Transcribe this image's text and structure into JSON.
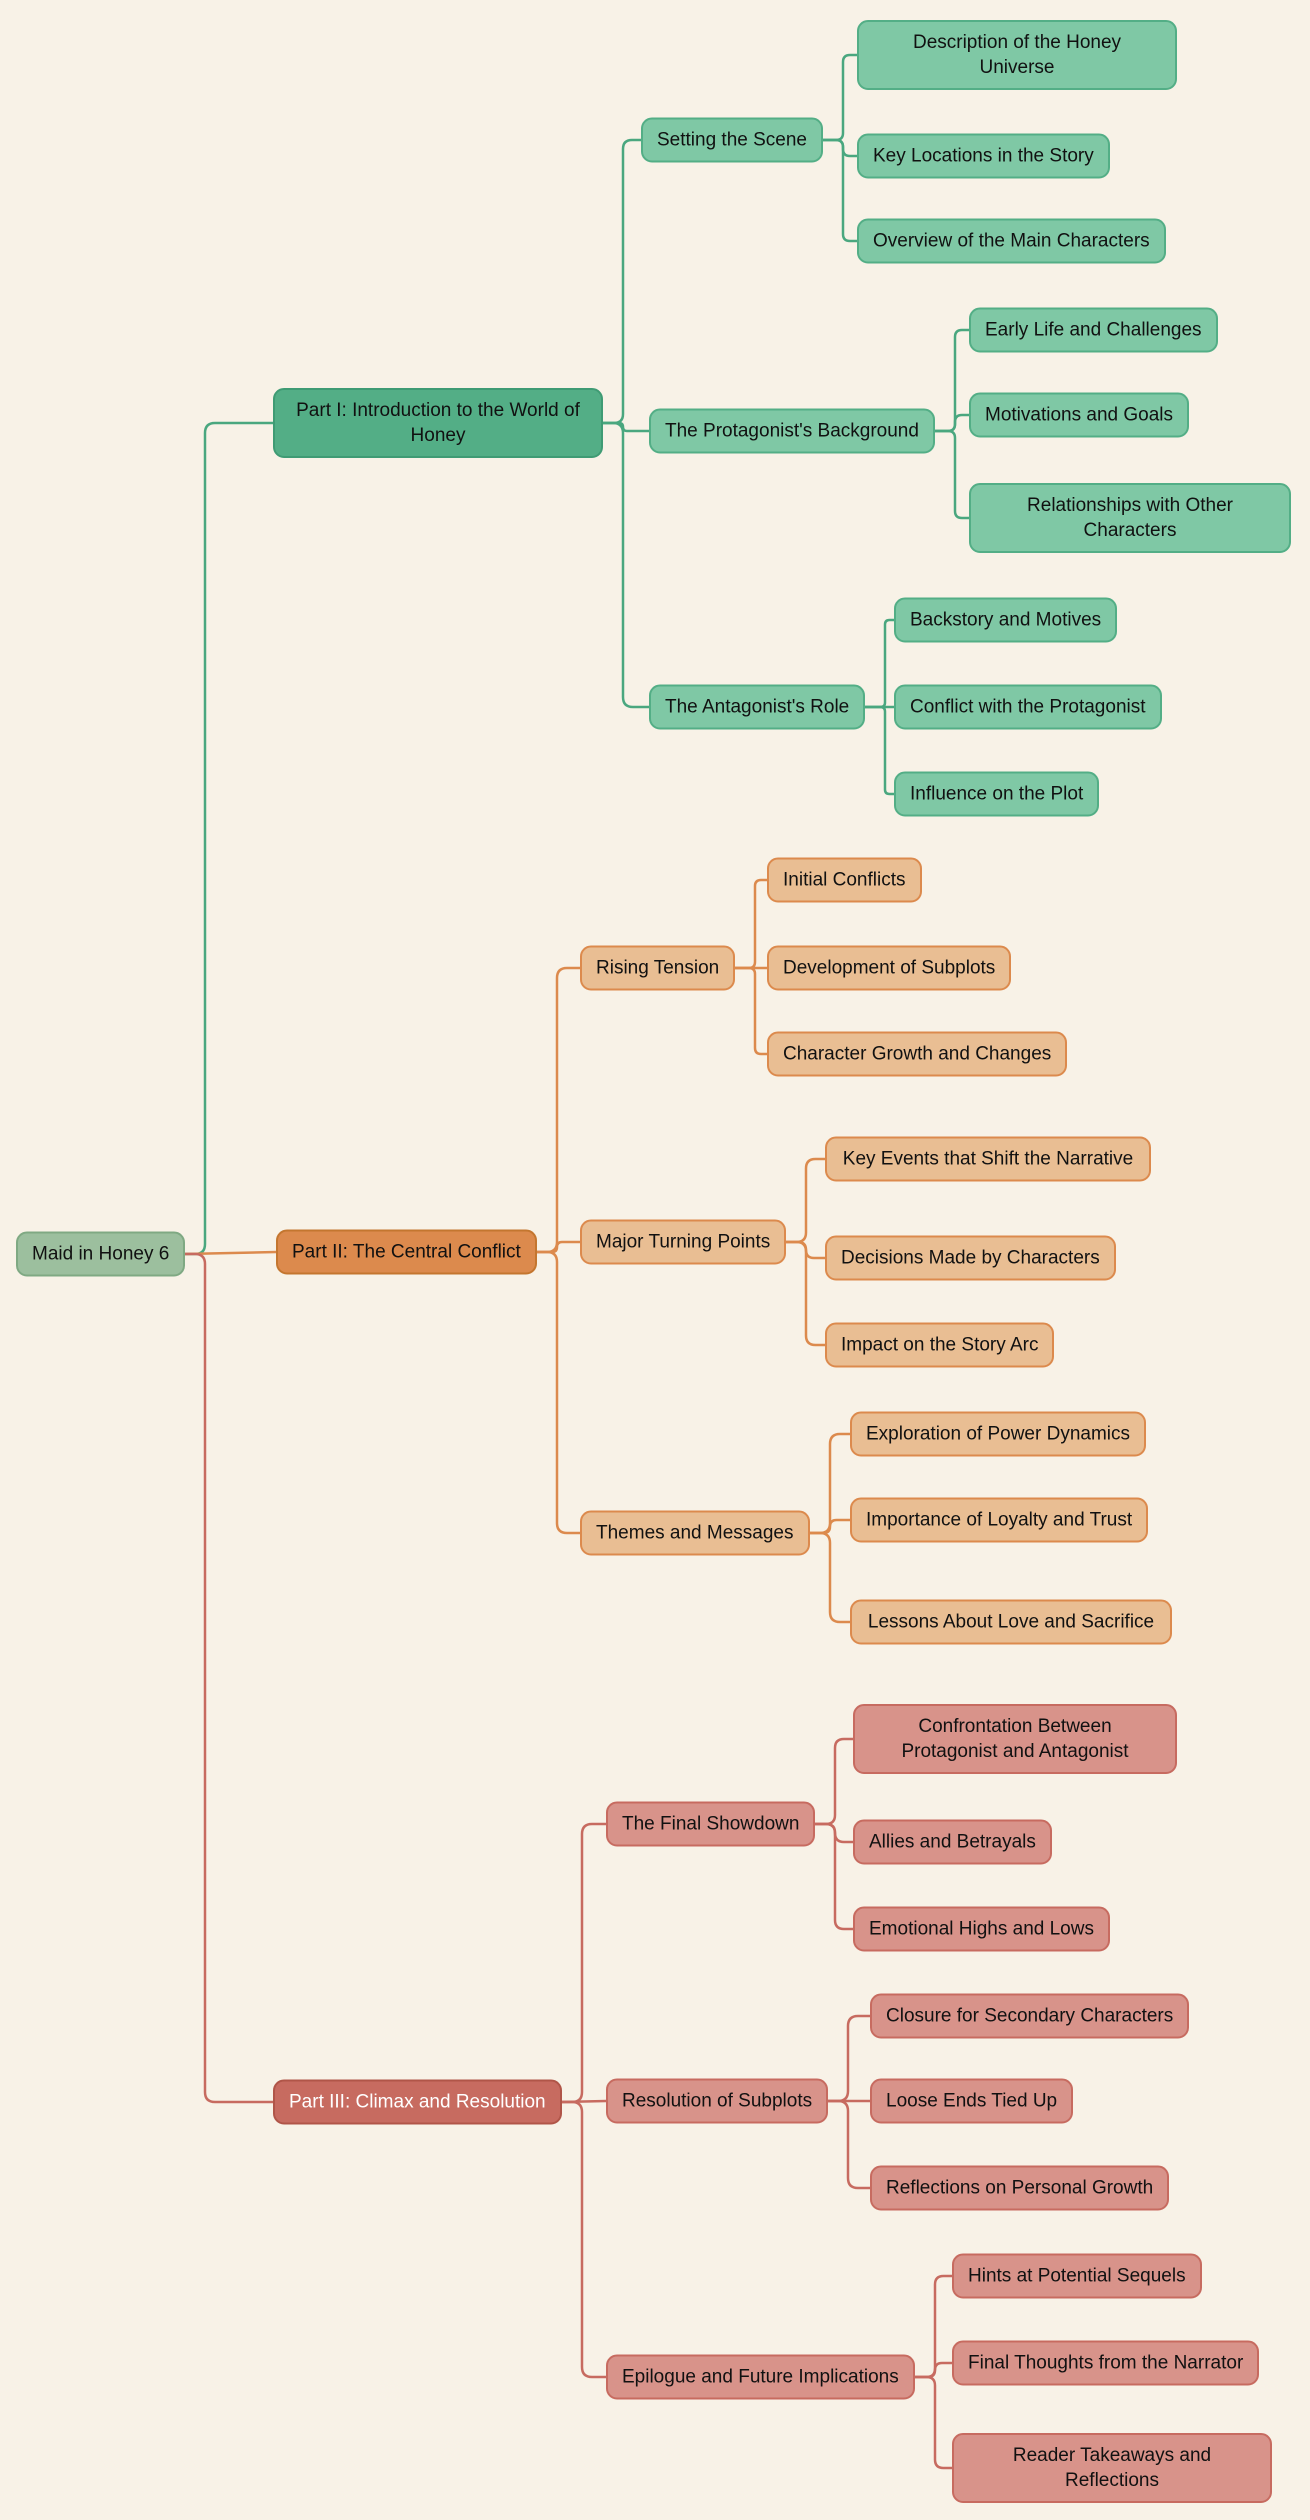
{
  "mindmap": {
    "root": {
      "label": "Maid in Honey 6"
    },
    "branches": [
      {
        "label": "Part I: Introduction to the World of Honey",
        "topics": [
          {
            "label": "Setting the Scene",
            "subtopics": [
              "Description of the Honey Universe",
              "Key Locations in the Story",
              "Overview of the Main Characters"
            ]
          },
          {
            "label": "The Protagonist's Background",
            "subtopics": [
              "Early Life and Challenges",
              "Motivations and Goals",
              "Relationships with Other Characters"
            ]
          },
          {
            "label": "The Antagonist's Role",
            "subtopics": [
              "Backstory and Motives",
              "Conflict with the Protagonist",
              "Influence on the Plot"
            ]
          }
        ]
      },
      {
        "label": "Part II: The Central Conflict",
        "topics": [
          {
            "label": "Rising Tension",
            "subtopics": [
              "Initial Conflicts",
              "Development of Subplots",
              "Character Growth and Changes"
            ]
          },
          {
            "label": "Major Turning Points",
            "subtopics": [
              "Key Events that Shift the Narrative",
              "Decisions Made by Characters",
              "Impact on the Story Arc"
            ]
          },
          {
            "label": "Themes and Messages",
            "subtopics": [
              "Exploration of Power Dynamics",
              "Importance of Loyalty and Trust",
              "Lessons About Love and Sacrifice"
            ]
          }
        ]
      },
      {
        "label": "Part III: Climax and Resolution",
        "topics": [
          {
            "label": "The Final Showdown",
            "subtopics": [
              "Confrontation Between Protagonist and Antagonist",
              "Allies and Betrayals",
              "Emotional Highs and Lows"
            ]
          },
          {
            "label": "Resolution of Subplots",
            "subtopics": [
              "Closure for Secondary Characters",
              "Loose Ends Tied Up",
              "Reflections on Personal Growth"
            ]
          },
          {
            "label": "Epilogue and Future Implications",
            "subtopics": [
              "Hints at Potential Sequels",
              "Final Thoughts from the Narrator",
              "Reader Takeaways and Reflections"
            ]
          }
        ]
      }
    ]
  },
  "palette": {
    "background": "#f8f2e7",
    "root_fill": "#9cbf9e",
    "root_border": "#7fa983",
    "root_text": "#111111",
    "b1_line": "#4aa77f",
    "b1_main_fill": "#53ae86",
    "b1_main_border": "#3f9b74",
    "b1_child_fill": "#7fc8a5",
    "b1_child_border": "#53ae86",
    "b1_text": "#111111",
    "b2_line": "#dc8a4d",
    "b2_main_fill": "#dc8a4d",
    "b2_main_border": "#c4762f",
    "b2_child_fill": "#e9be93",
    "b2_child_border": "#dc8a4d",
    "b2_text": "#111111",
    "b3_line": "#c76b60",
    "b3_main_fill": "#c76b60",
    "b3_main_border": "#b05548",
    "b3_child_fill": "#d8938a",
    "b3_child_border": "#c76b60",
    "b3_main_text": "#ffffff",
    "b3_text": "#111111"
  }
}
